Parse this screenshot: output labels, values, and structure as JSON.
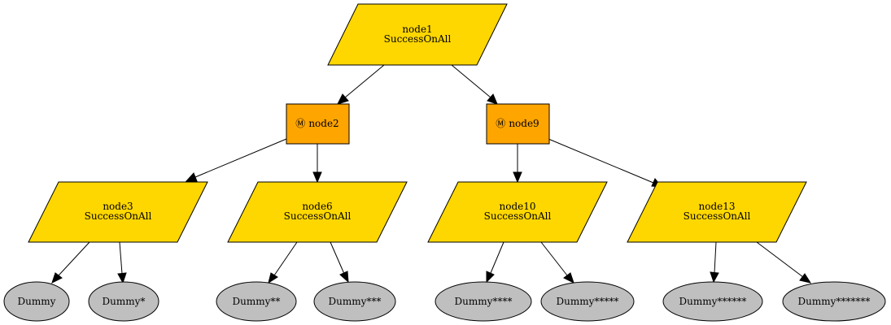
{
  "colors": {
    "selector": "#ffd700",
    "decorator": "#ffa500",
    "leaf": "#bfbfbf",
    "edge": "#000000"
  },
  "nodes": {
    "node1": {
      "name": "node1",
      "policy": "SuccessOnAll"
    },
    "node2": {
      "icon": "Ⓜ",
      "name": "node2"
    },
    "node9": {
      "icon": "Ⓜ",
      "name": "node9"
    },
    "node3": {
      "name": "node3",
      "policy": "SuccessOnAll"
    },
    "node6": {
      "name": "node6",
      "policy": "SuccessOnAll"
    },
    "node10": {
      "name": "node10",
      "policy": "SuccessOnAll"
    },
    "node13": {
      "name": "node13",
      "policy": "SuccessOnAll"
    },
    "leaf1": {
      "label": "Dummy"
    },
    "leaf2": {
      "label": "Dummy*"
    },
    "leaf3": {
      "label": "Dummy**"
    },
    "leaf4": {
      "label": "Dummy***"
    },
    "leaf5": {
      "label": "Dummy****"
    },
    "leaf6": {
      "label": "Dummy*****"
    },
    "leaf7": {
      "label": "Dummy******"
    },
    "leaf8": {
      "label": "Dummy*******"
    }
  },
  "edges": [
    [
      "node1",
      "node2"
    ],
    [
      "node1",
      "node9"
    ],
    [
      "node2",
      "node3"
    ],
    [
      "node2",
      "node6"
    ],
    [
      "node9",
      "node10"
    ],
    [
      "node9",
      "node13"
    ],
    [
      "node3",
      "leaf1"
    ],
    [
      "node3",
      "leaf2"
    ],
    [
      "node6",
      "leaf3"
    ],
    [
      "node6",
      "leaf4"
    ],
    [
      "node10",
      "leaf5"
    ],
    [
      "node10",
      "leaf6"
    ],
    [
      "node13",
      "leaf7"
    ],
    [
      "node13",
      "leaf8"
    ]
  ]
}
